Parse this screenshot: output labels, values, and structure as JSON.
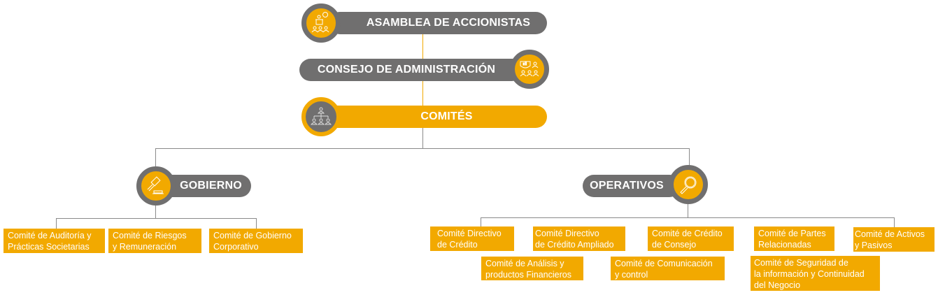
{
  "levels": {
    "asamblea": {
      "label": "ASAMBLEA DE ACCIONISTAS",
      "icon": "shareholders-meeting-icon"
    },
    "consejo": {
      "label": "CONSEJO DE ADMINISTRACIÓN",
      "icon": "board-presentation-icon"
    },
    "comites": {
      "label": "COMITÉS",
      "icon": "org-chart-icon"
    }
  },
  "branches": {
    "gobierno": {
      "label": "GOBIERNO",
      "icon": "gavel-icon",
      "committees": [
        {
          "line1": "Comité de Auditoría y",
          "line2": "Prácticas Societarias"
        },
        {
          "line1": "Comité de Riesgos",
          "line2": "y Remuneración"
        },
        {
          "line1": "Comité de Gobierno",
          "line2": "Corporativo"
        }
      ]
    },
    "operativos": {
      "label": "OPERATIVOS",
      "icon": "magnifier-icon",
      "committees": [
        {
          "line1": "Comité Directivo",
          "line2": "de Crédito"
        },
        {
          "line1": "Comité Directivo",
          "line2": "de Crédito Ampliado"
        },
        {
          "line1": "Comité de Crédito",
          "line2": "de Consejo"
        },
        {
          "line1": "Comité de Partes",
          "line2": "Relacionadas"
        },
        {
          "line1": "Comité de Activos",
          "line2": "y Pasivos"
        },
        {
          "line1": "Comité de Análisis y",
          "line2": "productos Financieros"
        },
        {
          "line1": "Comité de Comunicación",
          "line2": "y control"
        },
        {
          "line1": "Comité de Seguridad de",
          "line2": "la información y Continuidad",
          "line3": "del Negocio"
        }
      ]
    }
  },
  "colors": {
    "orange": "#f2a900",
    "gray": "#706f6f",
    "line": "#8a8a8a"
  }
}
